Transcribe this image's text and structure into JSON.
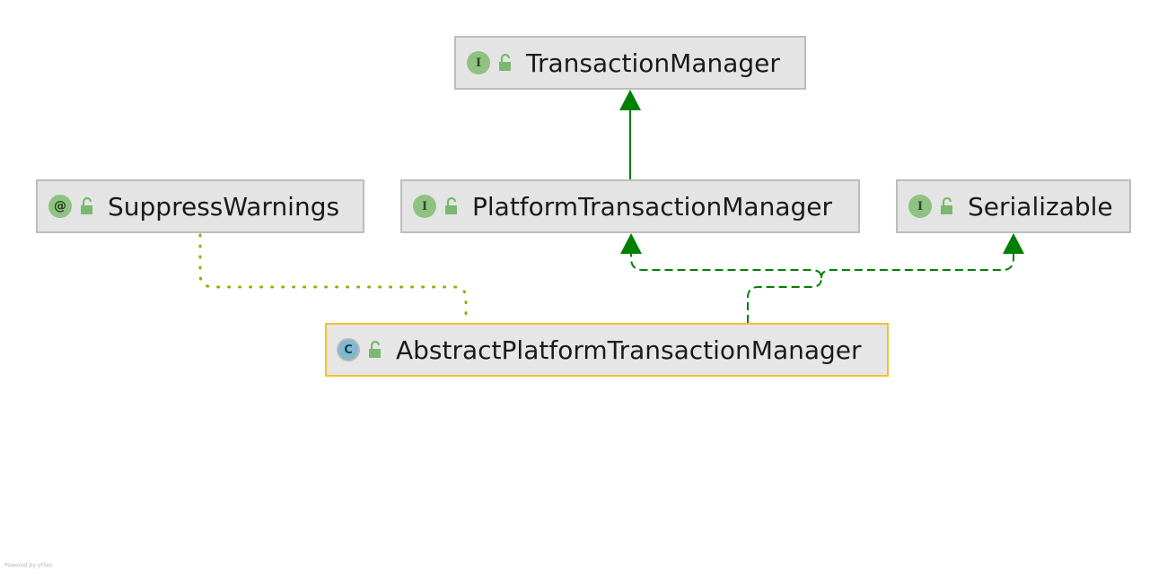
{
  "nodes": {
    "transaction_manager": {
      "name": "TransactionManager",
      "kind": "I"
    },
    "suppress_warnings": {
      "name": "SuppressWarnings",
      "kind": "@"
    },
    "platform_transaction_manager": {
      "name": "PlatformTransactionManager",
      "kind": "I"
    },
    "serializable": {
      "name": "Serializable",
      "kind": "I"
    },
    "abstract_platform_transaction_manager": {
      "name": "AbstractPlatformTransactionManager",
      "kind": "C"
    }
  },
  "edges": [
    {
      "from": "PlatformTransactionManager",
      "to": "TransactionManager",
      "style": "solid"
    },
    {
      "from": "AbstractPlatformTransactionManager",
      "to": "PlatformTransactionManager",
      "style": "dashed"
    },
    {
      "from": "AbstractPlatformTransactionManager",
      "to": "Serializable",
      "style": "dashed"
    },
    {
      "from": "AbstractPlatformTransactionManager",
      "to": "SuppressWarnings",
      "style": "dotted"
    }
  ],
  "colors": {
    "inheritance": "#008000",
    "annotation_link": "#99aa00",
    "selected_border": "#f2c12e"
  },
  "footer": {
    "credit": "Powered by yFiles"
  }
}
